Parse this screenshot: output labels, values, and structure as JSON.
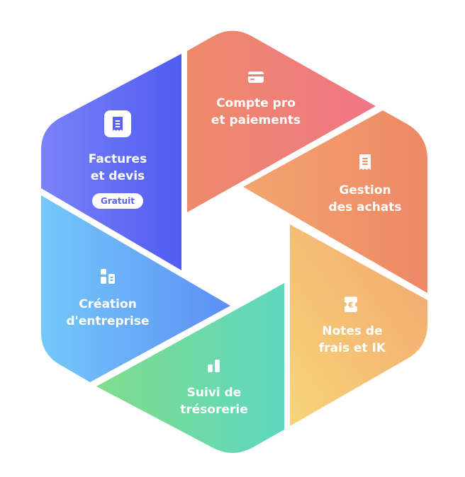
{
  "segments": {
    "factures": {
      "line1": "Factures",
      "line2": "et devis",
      "badge": "Gratuit",
      "icon": "receipt-icon",
      "color_start": "#7B82F8",
      "color_end": "#4F5CF1"
    },
    "compte": {
      "line1": "Compte pro",
      "line2": "et paiements",
      "icon": "card-icon",
      "color_start": "#EE8B6A",
      "color_end": "#EF7585"
    },
    "achats": {
      "line1": "Gestion",
      "line2": "des achats",
      "icon": "receipt-icon",
      "color_start": "#F2A56E",
      "color_end": "#EE8867"
    },
    "notes": {
      "line1": "Notes de",
      "line2": "frais et IK",
      "icon": "euro-ticket-icon",
      "color_start": "#F7D57A",
      "color_end": "#F2A56E"
    },
    "tresorerie": {
      "line1": "Suivi de",
      "line2": "trésorerie",
      "icon": "bar-chart-icon",
      "color_start": "#80DC8A",
      "color_end": "#5DD7C0"
    },
    "creation": {
      "line1": "Création",
      "line2": "d'entreprise",
      "icon": "blocks-icon",
      "color_start": "#74C8FA",
      "color_end": "#5C8FF4"
    }
  }
}
